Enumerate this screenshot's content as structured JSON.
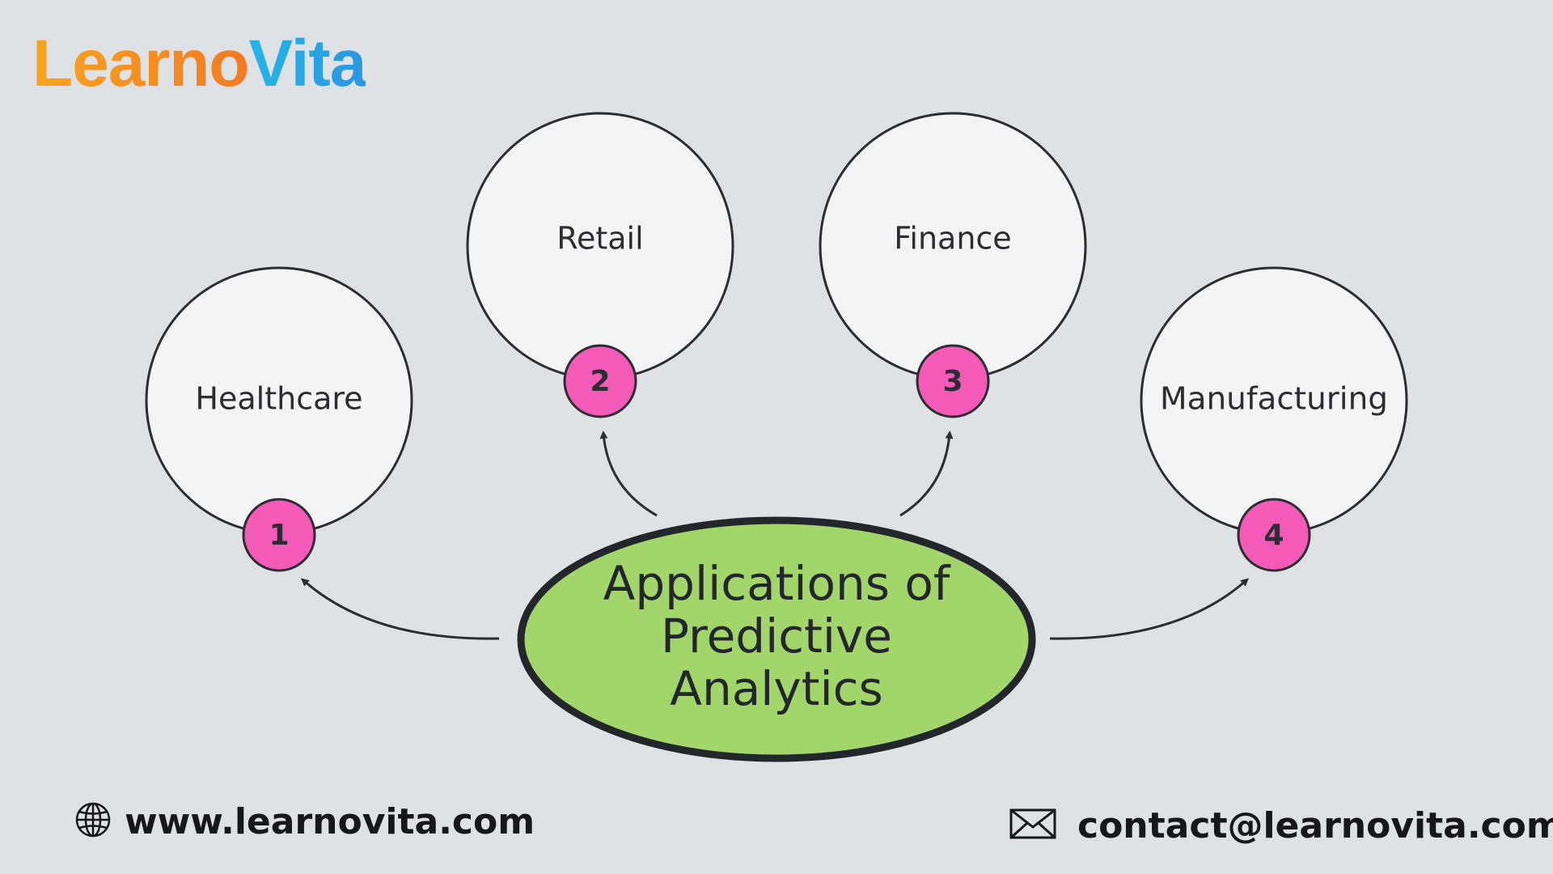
{
  "logo": {
    "part1": "Learno",
    "part2": "Vita"
  },
  "center": {
    "lines": [
      "Applications of",
      "Predictive",
      "Analytics"
    ]
  },
  "nodes": [
    {
      "number": "1",
      "label": "Healthcare"
    },
    {
      "number": "2",
      "label": "Retail"
    },
    {
      "number": "3",
      "label": "Finance"
    },
    {
      "number": "4",
      "label": "Manufacturing"
    }
  ],
  "footer": {
    "website": "www.learnovita.com",
    "email": "contact@learnovita.com",
    "website_icon": "globe-icon",
    "email_icon": "envelope-icon"
  },
  "colors": {
    "background": "#dfe2e5",
    "center_fill": "#a2d66a",
    "badge_fill": "#f45ab7",
    "node_fill": "#f3f4f4",
    "stroke": "#2b2d33"
  }
}
